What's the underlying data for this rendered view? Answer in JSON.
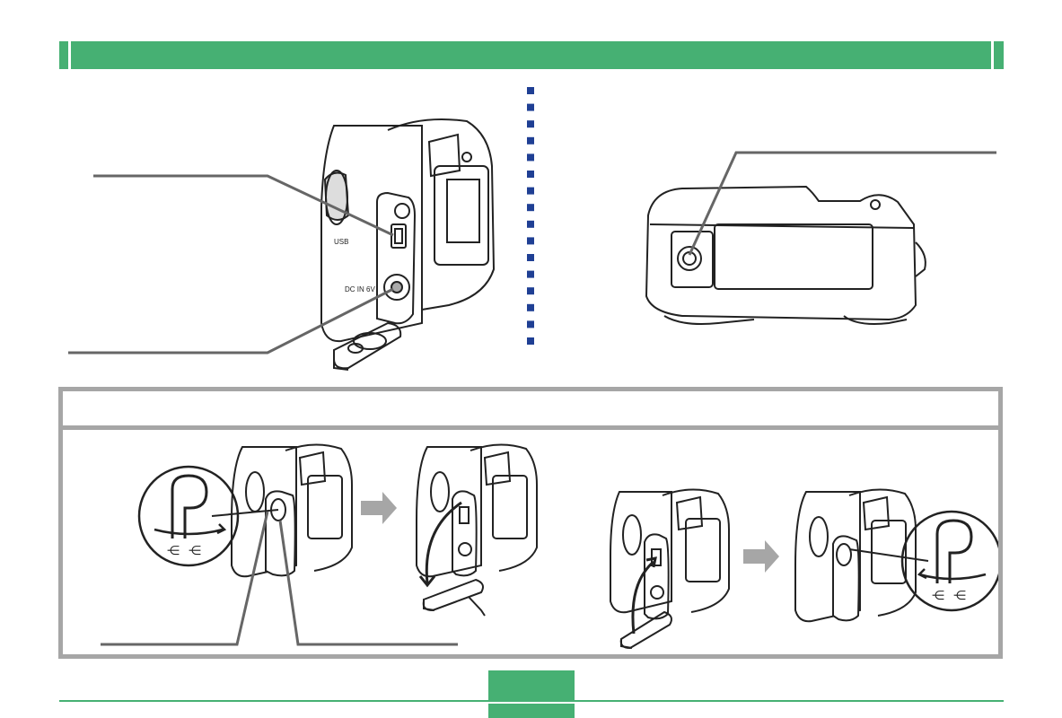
{
  "header": {
    "color": "#46b073"
  },
  "divider": {
    "color": "#1f3f94",
    "count": 16
  },
  "top_left_figure": {
    "illustration": "camera-side-connector-view",
    "labels": {
      "port_usb": "USB",
      "port_dc": "DC IN 6V"
    }
  },
  "top_right_figure": {
    "illustration": "camera-bottom-view"
  },
  "bottom_panel": {
    "frame_color": "#a6a6a6",
    "steps": [
      {
        "illustration": "unlock-connector-cover",
        "arrow": "right-arrow-icon"
      },
      {
        "illustration": "open-connector-cover"
      },
      {
        "illustration": "close-connector-cover",
        "arrow": "right-arrow-icon"
      },
      {
        "illustration": "lock-connector-cover"
      }
    ]
  },
  "footer": {
    "page_number": ""
  }
}
